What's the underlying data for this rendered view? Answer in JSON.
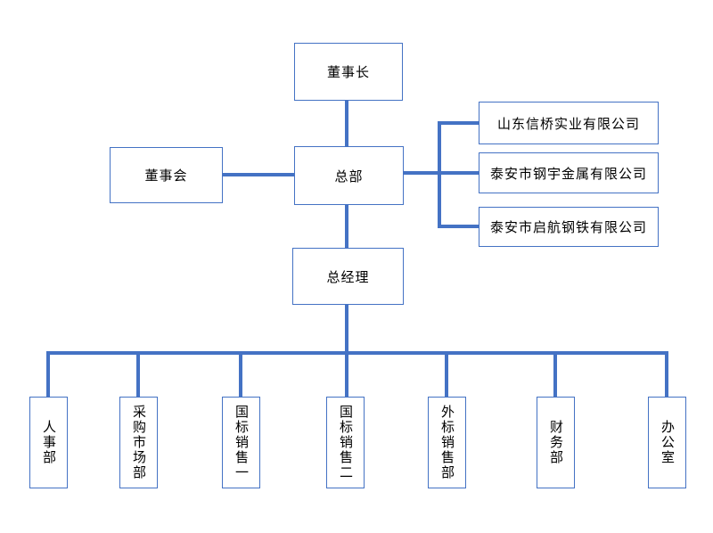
{
  "org_chart": {
    "nodes": {
      "chairman": {
        "label": "董事长"
      },
      "board": {
        "label": "董事会"
      },
      "headquarters": {
        "label": "总部"
      },
      "general_manager": {
        "label": "总经理"
      }
    },
    "subsidiaries": [
      {
        "label": "山东信桥实业有限公司"
      },
      {
        "label": "泰安市钢宇金属有限公司"
      },
      {
        "label": "泰安市启航钢铁有限公司"
      }
    ],
    "departments": [
      {
        "label": "人事部"
      },
      {
        "label": "采购市场部"
      },
      {
        "label": "国标销售一"
      },
      {
        "label": "国标销售二"
      },
      {
        "label": "外标销售部"
      },
      {
        "label": "财务部"
      },
      {
        "label": "办公室"
      }
    ],
    "colors": {
      "connector": "#4472C4",
      "box_border": "#4472C4",
      "box_fill": "#FFFFFF",
      "text": "#000000",
      "background": "#FFFFFF"
    }
  }
}
